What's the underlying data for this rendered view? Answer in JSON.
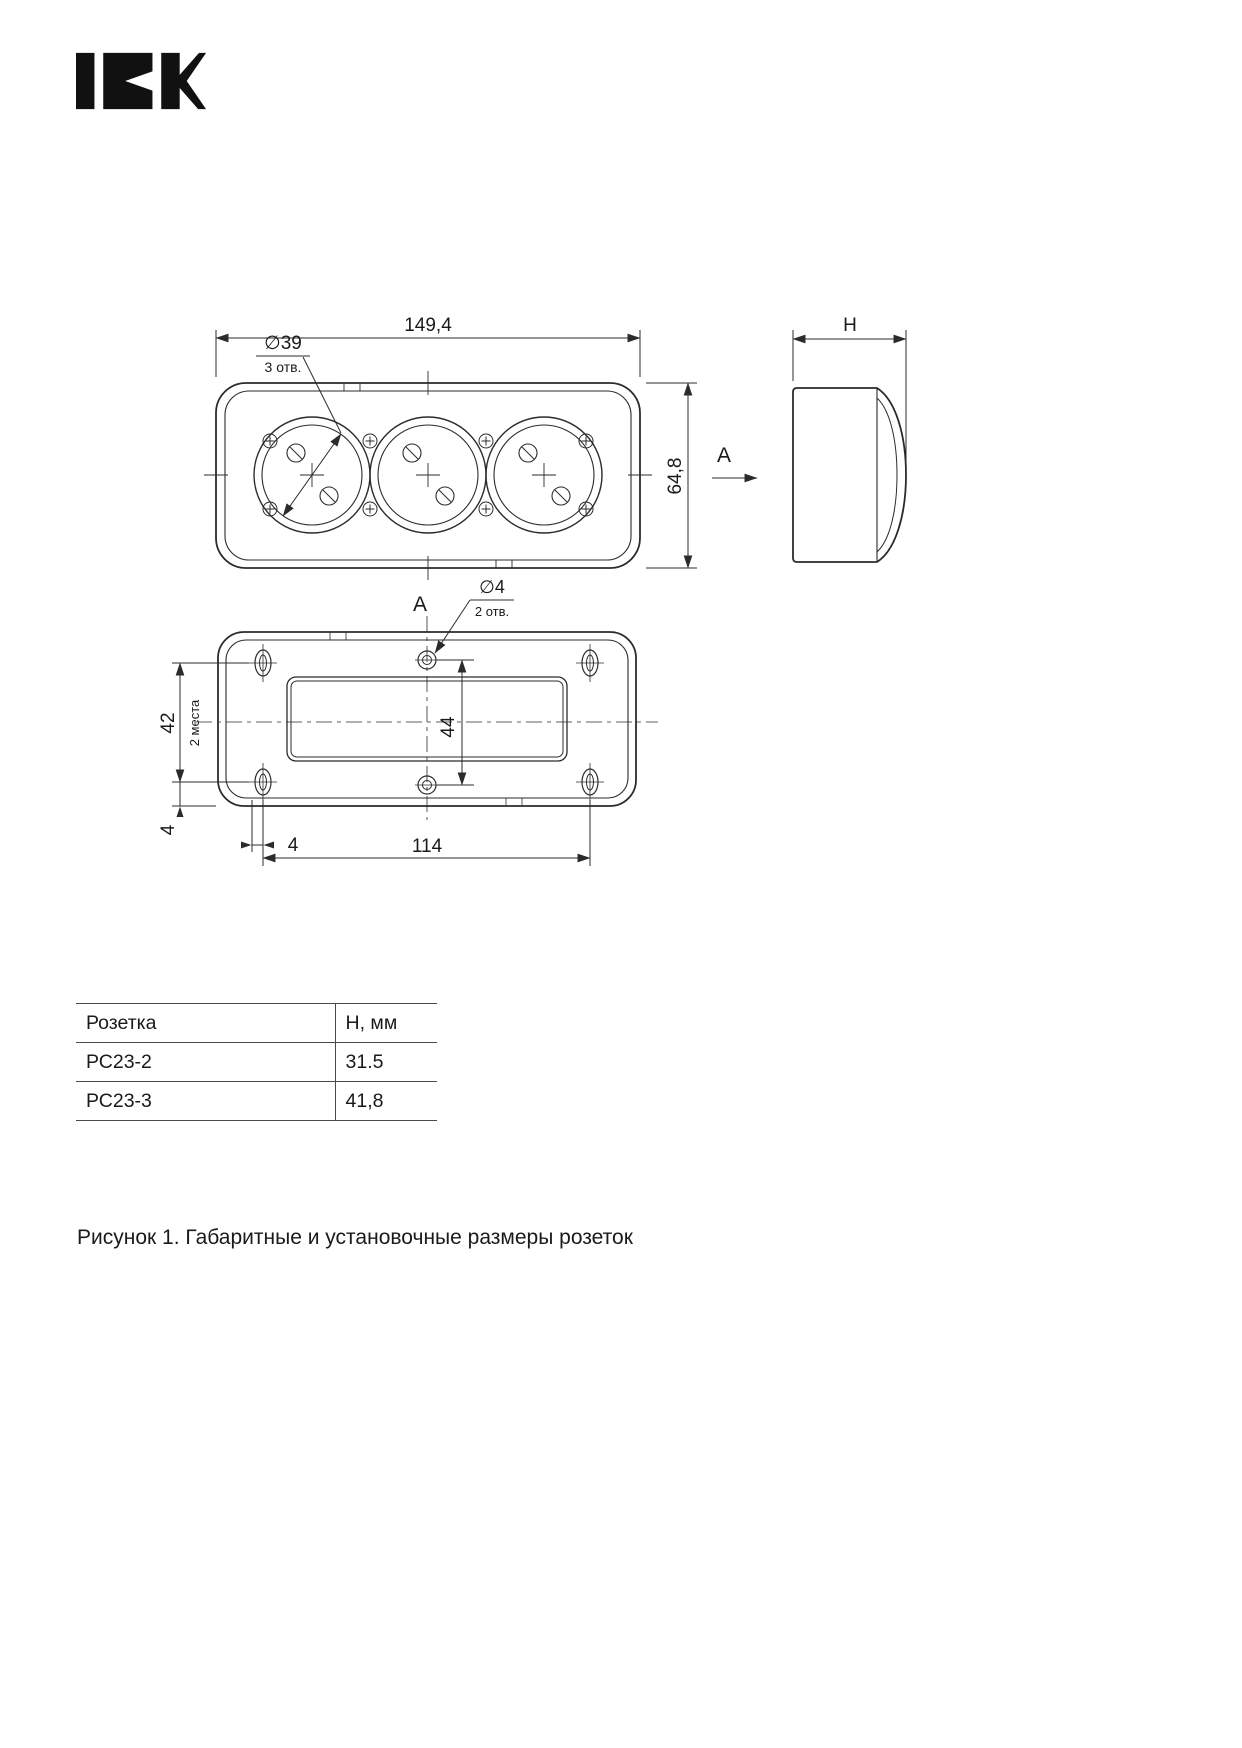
{
  "colors": {
    "ink": "#2b2b2b",
    "text": "#1a1a1a",
    "background": "#ffffff"
  },
  "logo": {
    "text": "IEK"
  },
  "drawing": {
    "front_view": {
      "dim_width": "149,4",
      "dim_height": "64,8",
      "hole_dia": "∅39",
      "hole_count": "3 отв."
    },
    "side_view": {
      "dim_depth": "H"
    },
    "view_label": "A",
    "bottom_view": {
      "view_label": "A",
      "hole_dia": "∅4",
      "hole_count": "2 отв.",
      "dim_slot_vertical": "42",
      "dim_slot_note": "2 места",
      "dim_holes_vertical": "44",
      "dim_offset_left": "4",
      "dim_offset_bottom": "4",
      "dim_slots_horizontal": "114"
    }
  },
  "table": {
    "col_product": "Розетка",
    "col_height": "Н, мм",
    "rows": [
      {
        "name": "РС23-2",
        "h": "31.5"
      },
      {
        "name": "РС23-3",
        "h": "41,8"
      }
    ]
  },
  "caption": "Рисунок 1. Габаритные и установочные размеры розеток"
}
